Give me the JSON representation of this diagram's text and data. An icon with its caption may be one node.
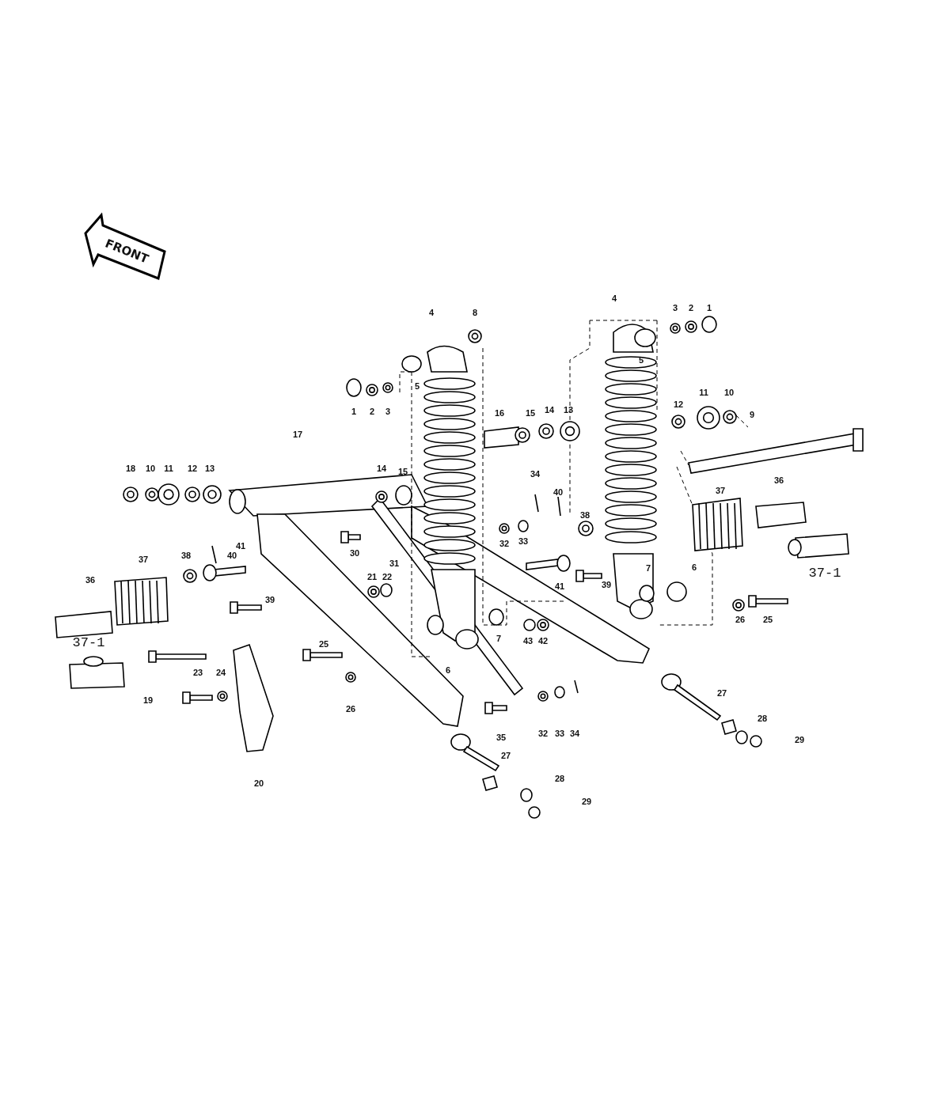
{
  "diagram": {
    "labels": [
      "FRONT",
      "4",
      "8",
      "4",
      "3",
      "2",
      "1",
      "5",
      "5",
      "11",
      "10",
      "12",
      "1",
      "2",
      "3",
      "16",
      "15",
      "14",
      "13",
      "9",
      "17",
      "18",
      "10",
      "11",
      "12",
      "13",
      "14",
      "15",
      "34",
      "40",
      "37",
      "36",
      "38",
      "37",
      "38",
      "40",
      "41",
      "30",
      "31",
      "32",
      "33",
      "36",
      "21",
      "22",
      "41",
      "39",
      "7",
      "6",
      "37-1",
      "39",
      "26",
      "25",
      "37-1",
      "25",
      "7",
      "43",
      "42",
      "23",
      "24",
      "6",
      "27",
      "19",
      "26",
      "28",
      "32",
      "33",
      "34",
      "35",
      "29",
      "27",
      "20",
      "28",
      "29"
    ]
  }
}
